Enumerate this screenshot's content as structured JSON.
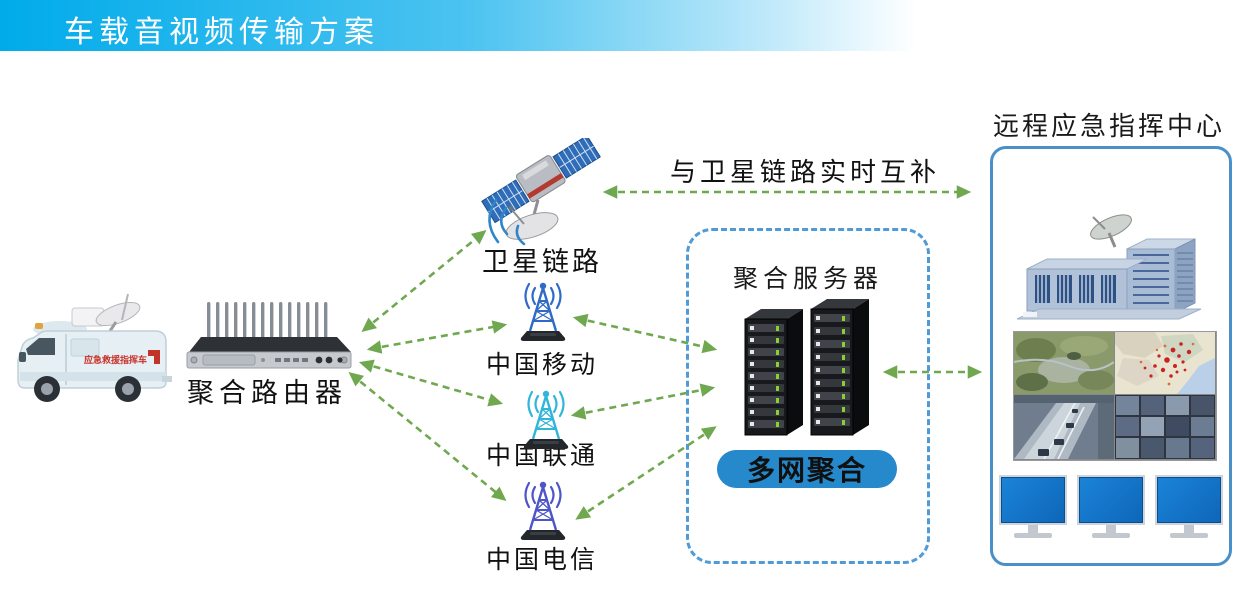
{
  "header": {
    "title": "车载音视频传输方案"
  },
  "vehicle": {
    "side_text": "应急救援指挥车"
  },
  "router": {
    "label": "聚合路由器"
  },
  "satellite": {
    "label": "卫星链路"
  },
  "carriers": [
    {
      "id": "china-mobile",
      "label": "中国移动"
    },
    {
      "id": "china-unicom",
      "label": "中国联通"
    },
    {
      "id": "china-telecom",
      "label": "中国电信"
    }
  ],
  "server_box": {
    "title": "聚合服务器",
    "badge": "多网聚合"
  },
  "command_center": {
    "title": "远程应急指挥中心"
  },
  "annotations": {
    "satellite_complement": "与卫星链路实时互补"
  },
  "colors": {
    "header_gradient_start": "#00ABEA",
    "header_gradient_end": "#FFFFFF",
    "arrow_green": "#6FA84F",
    "dashed_box_border": "#4F9BD8",
    "command_center_border": "#4A90C8",
    "badge_fill": "#2589CB",
    "badge_text": "#101010",
    "vehicle_text_red": "#C9342B",
    "tower_mobile": "#2E6BC6",
    "tower_unicom": "#31B6DA",
    "tower_telecom": "#4D55C8"
  }
}
